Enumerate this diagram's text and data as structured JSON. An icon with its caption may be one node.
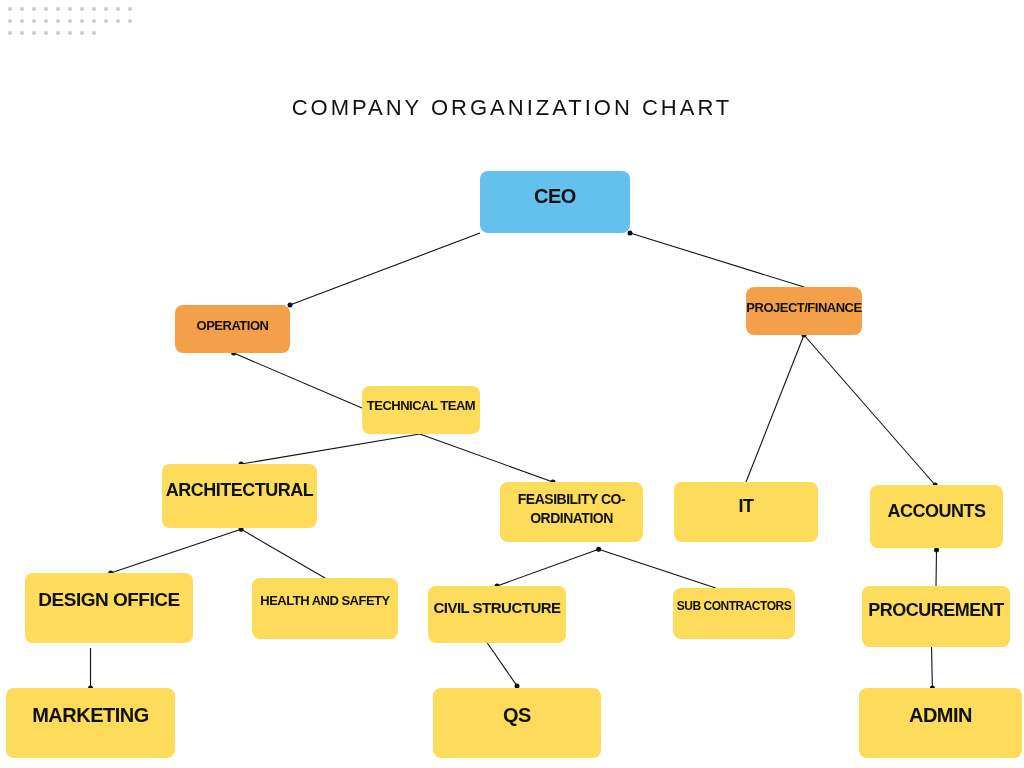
{
  "diagram": {
    "title": "COMPANY ORGANIZATION CHART",
    "nodes": [
      {
        "text": [
          "CEO"
        ]
      },
      {
        "text": [
          "OPERATION"
        ]
      },
      {
        "text": [
          "PROJECT/FINANCE"
        ]
      },
      {
        "text": [
          "TECHNICAL TEAM"
        ]
      },
      {
        "text": [
          "ARCHITECTURAL"
        ]
      },
      {
        "text": [
          "FEASIBILITY CO-ORDINATION"
        ]
      },
      {
        "text": [
          "IT"
        ]
      },
      {
        "text": [
          "ACCOUNTS"
        ]
      },
      {
        "text": [
          "DESIGN OFFICE"
        ]
      },
      {
        "text": [
          "HEALTH AND SAFETY"
        ]
      },
      {
        "text": [
          "CIVIL STRUCTURE"
        ]
      },
      {
        "text": [
          "SUB CONTRACTORS"
        ]
      },
      {
        "text": [
          "PROCUREMENT"
        ]
      },
      {
        "text": [
          "MARKETING"
        ]
      },
      {
        "text": [
          "QS"
        ]
      },
      {
        "text": [
          "ADMIN"
        ]
      }
    ],
    "edges": [
      {
        "from": 0,
        "to": 1,
        "arrow": "other"
      },
      {
        "from": 2,
        "to": 0,
        "arrow": "other"
      },
      {
        "from": 3,
        "to": 1,
        "arrow": "other"
      },
      {
        "from": 3,
        "to": 4,
        "arrow": "other"
      },
      {
        "from": 3,
        "to": 5,
        "arrow": "other"
      },
      {
        "from": 6,
        "to": 2,
        "arrow": "other"
      },
      {
        "from": 2,
        "to": 7,
        "arrow": "other"
      },
      {
        "from": 9,
        "to": 4,
        "arrow": "other"
      },
      {
        "from": 4,
        "to": 8,
        "arrow": "other"
      },
      {
        "from": 8,
        "to": 13,
        "arrow": "other"
      },
      {
        "from": 5,
        "to": 10,
        "arrow": "other"
      },
      {
        "from": 11,
        "to": 5,
        "arrow": "other"
      },
      {
        "from": 10,
        "to": 14,
        "arrow": "other"
      },
      {
        "from": 12,
        "to": 7,
        "arrow": "other"
      },
      {
        "from": 12,
        "to": 15,
        "arrow": "other"
      }
    ]
  }
}
